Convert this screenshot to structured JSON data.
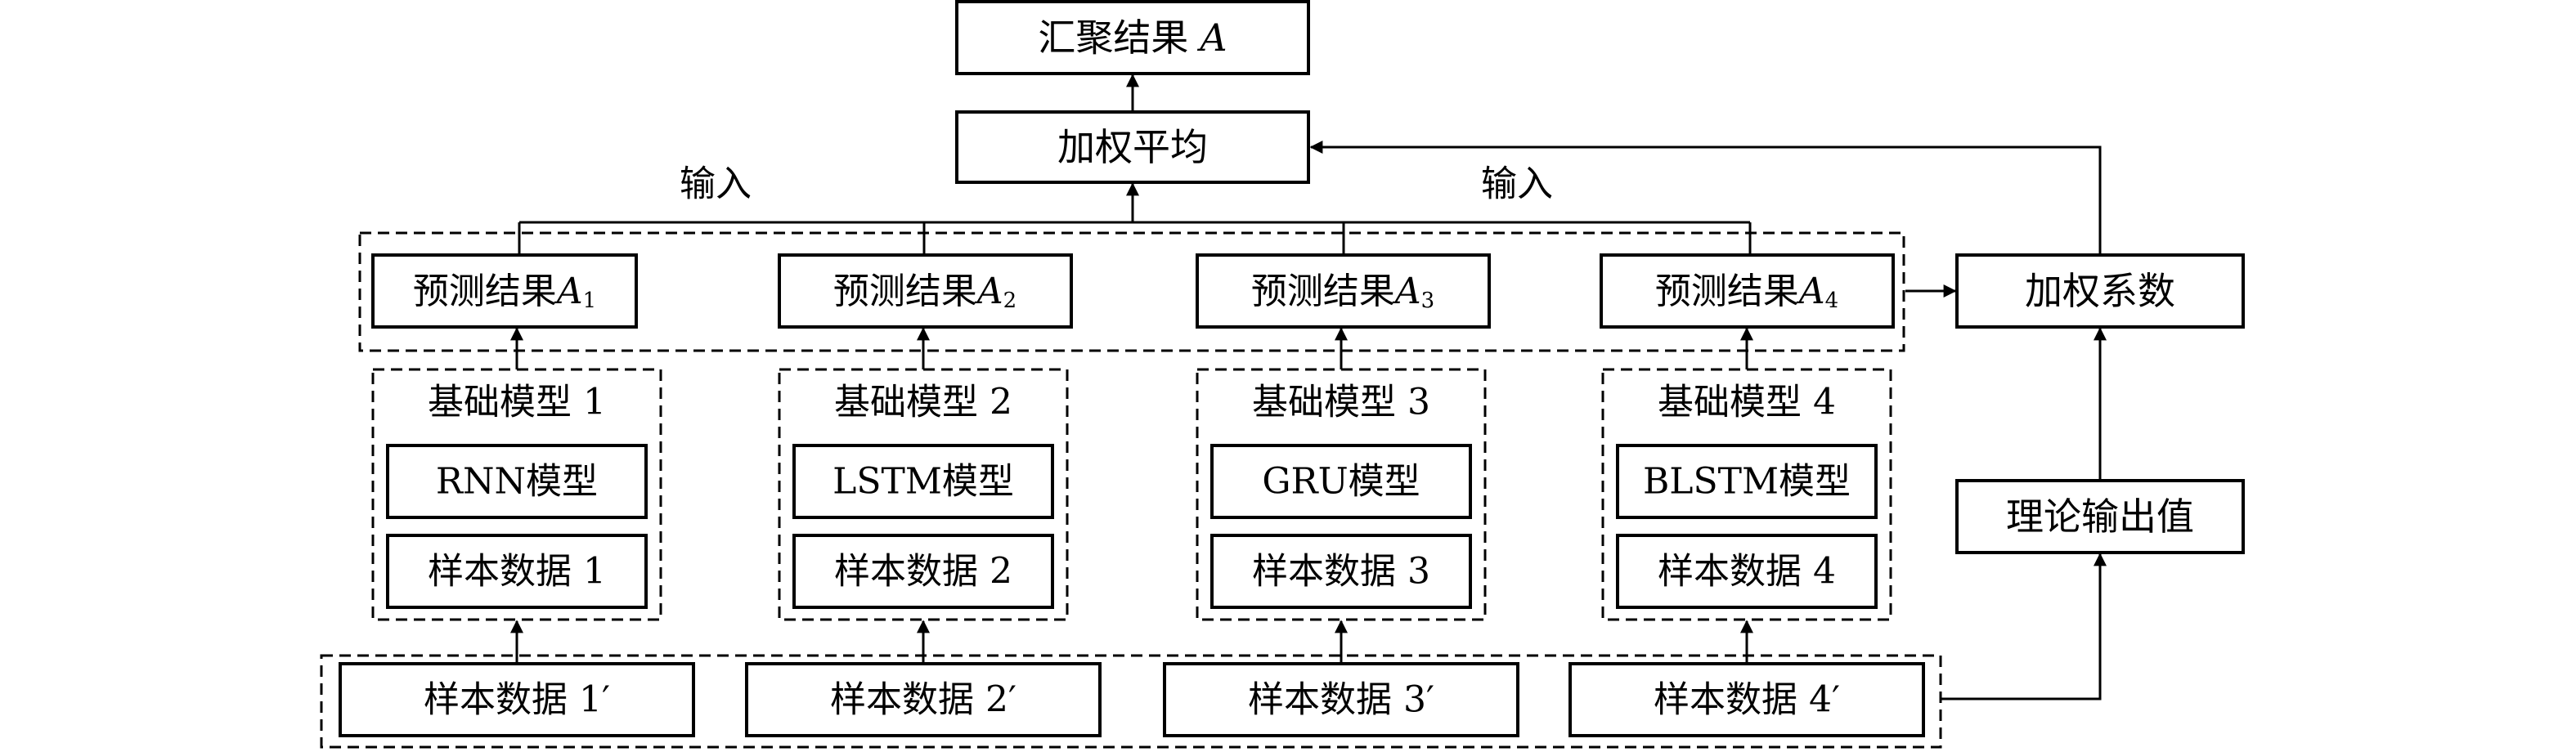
{
  "top": {
    "result_text": "汇聚结果",
    "result_var": "A",
    "avg": "加权平均"
  },
  "input_label": "输入",
  "weights": "加权系数",
  "theory": "理论输出值",
  "models": [
    {
      "pred": "预测结果",
      "pred_var": "A",
      "pred_sub": "1",
      "base": "基础模型 1",
      "model": "RNN模型",
      "sample": "样本数据 1",
      "source": "样本数据 1′"
    },
    {
      "pred": "预测结果",
      "pred_var": "A",
      "pred_sub": "2",
      "base": "基础模型 2",
      "model": "LSTM模型",
      "sample": "样本数据 2",
      "source": "样本数据 2′"
    },
    {
      "pred": "预测结果",
      "pred_var": "A",
      "pred_sub": "3",
      "base": "基础模型 3",
      "model": "GRU模型",
      "sample": "样本数据 3",
      "source": "样本数据 3′"
    },
    {
      "pred": "预测结果",
      "pred_var": "A",
      "pred_sub": "4",
      "base": "基础模型 4",
      "model": "BLSTM模型",
      "sample": "样本数据 4",
      "source": "样本数据 4′"
    }
  ]
}
